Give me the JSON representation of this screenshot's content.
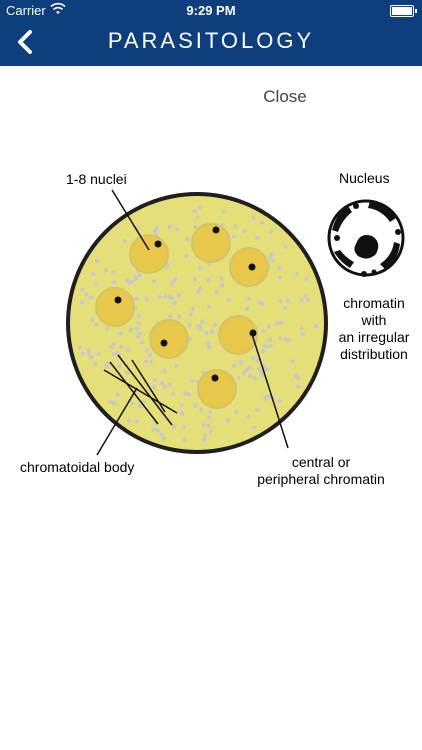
{
  "status_bar": {
    "carrier": "Carrier",
    "time": "9:29 PM"
  },
  "nav": {
    "title": "PARASITOLOGY",
    "back_icon": "chevron-left-icon"
  },
  "close_label": "Close",
  "diagram": {
    "labels": {
      "nuclei": "1-8 nuclei",
      "nucleus": "Nucleus",
      "chromatin_line1": "chromatin",
      "chromatin_line2": "with",
      "chromatin_line3": "an irregular",
      "chromatin_line4": "distribution",
      "chromatoidal": "chromatoidal body",
      "central_line1": "central or",
      "central_line2": "peripheral chromatin"
    },
    "colors": {
      "cyst_fill": "#e5df7a",
      "nucleus_fill": "#e8c84a",
      "outline": "#222222",
      "granule": "#c8c8c8"
    }
  }
}
